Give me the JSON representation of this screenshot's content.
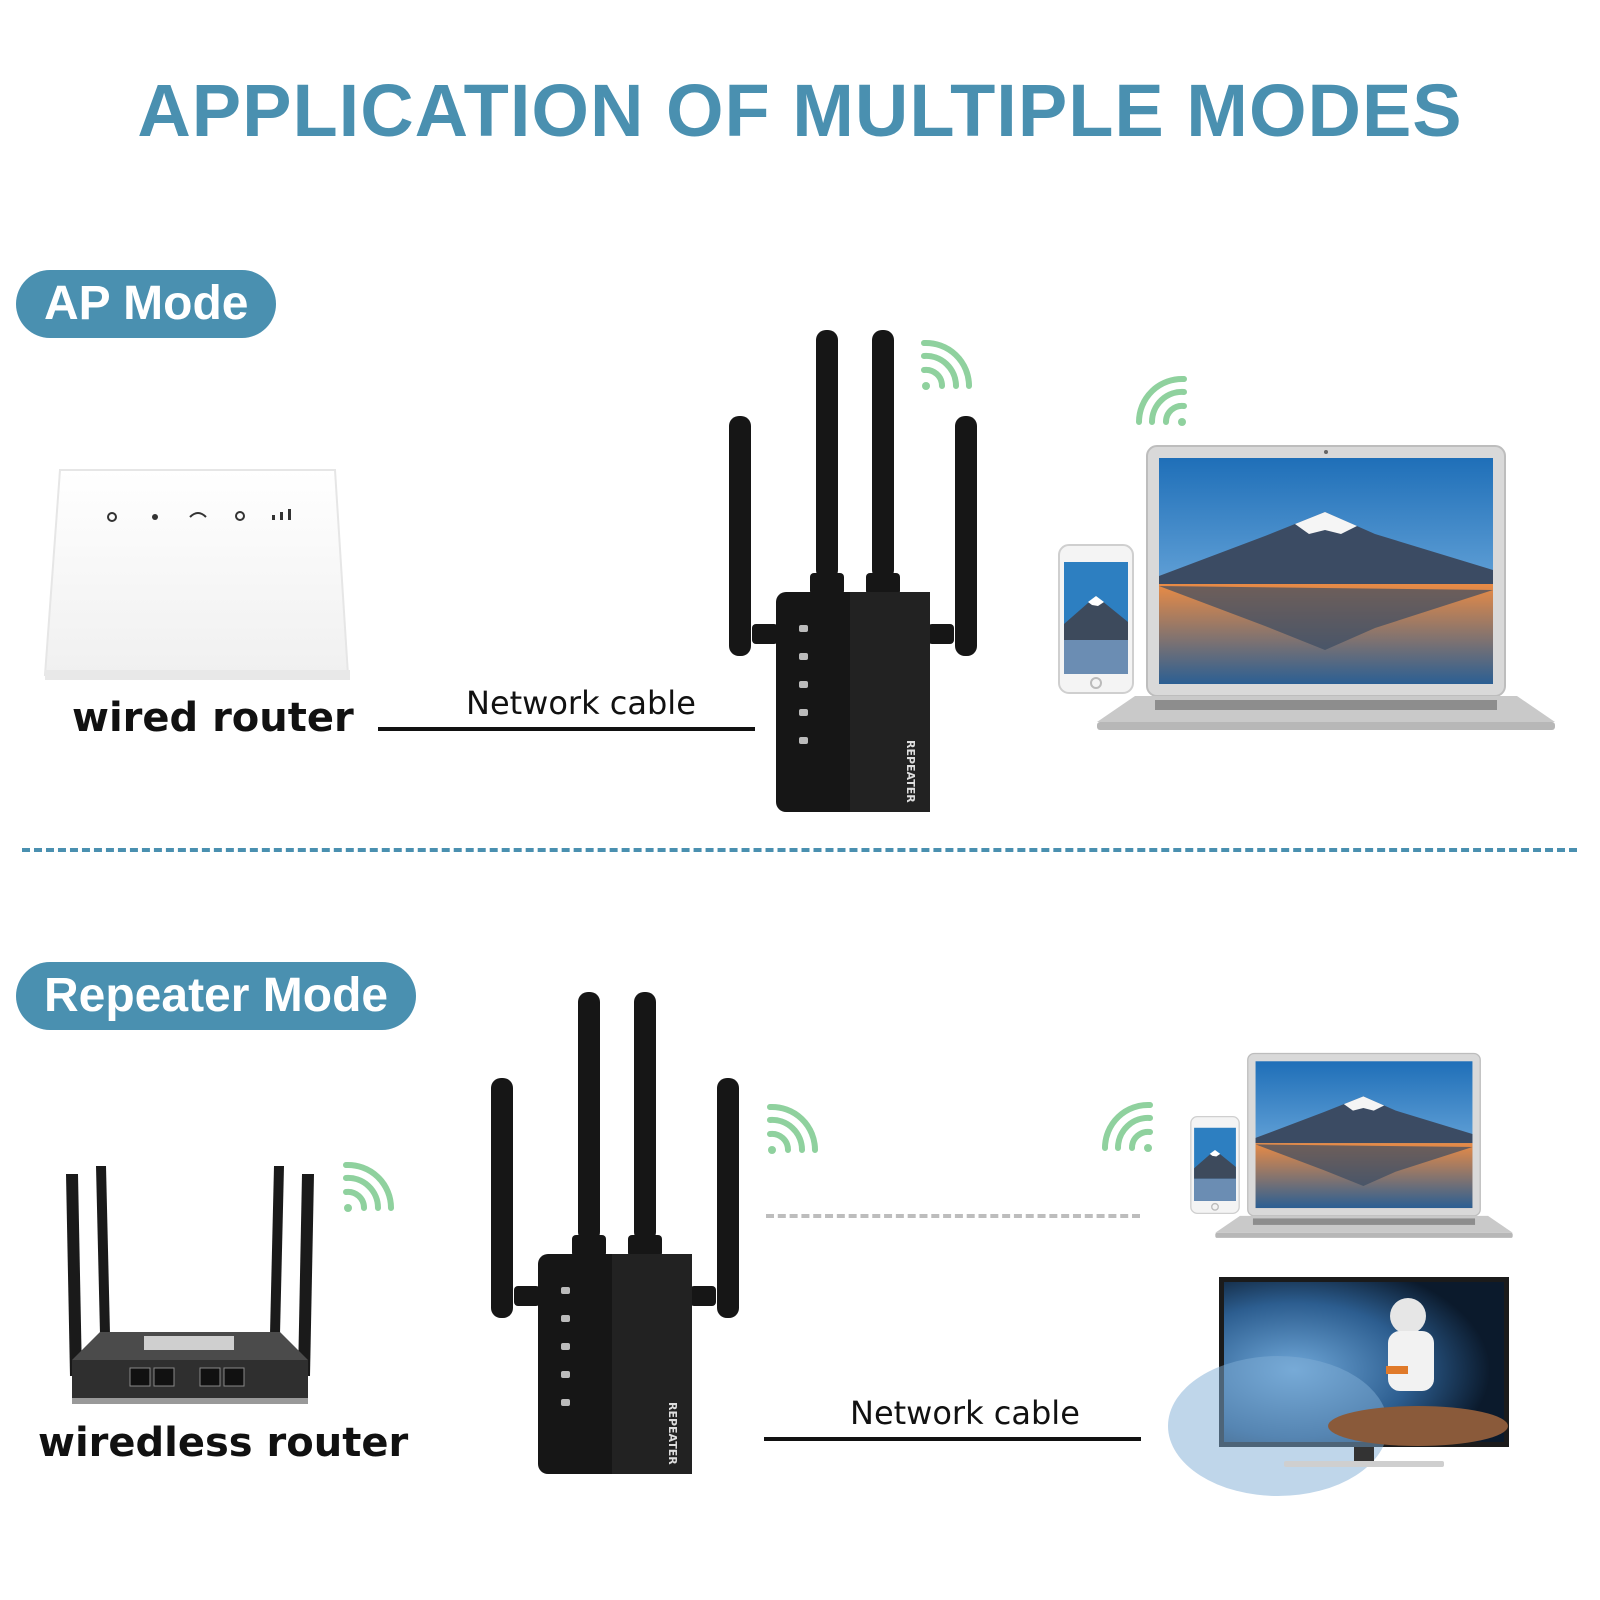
{
  "title": "APPLICATION OF MULTIPLE MODES",
  "ap_mode": {
    "label": "AP Mode",
    "source_device": "wired router",
    "cable_label": "Network cable",
    "repeater_text": "REPEATER"
  },
  "repeater_mode": {
    "label": "Repeater Mode",
    "source_device": "wiredless router",
    "cable_label": "Network cable",
    "repeater_text": "REPEATER"
  },
  "colors": {
    "accent": "#4a90b0",
    "wifi": "#8fd19e",
    "device_black": "#161616"
  }
}
